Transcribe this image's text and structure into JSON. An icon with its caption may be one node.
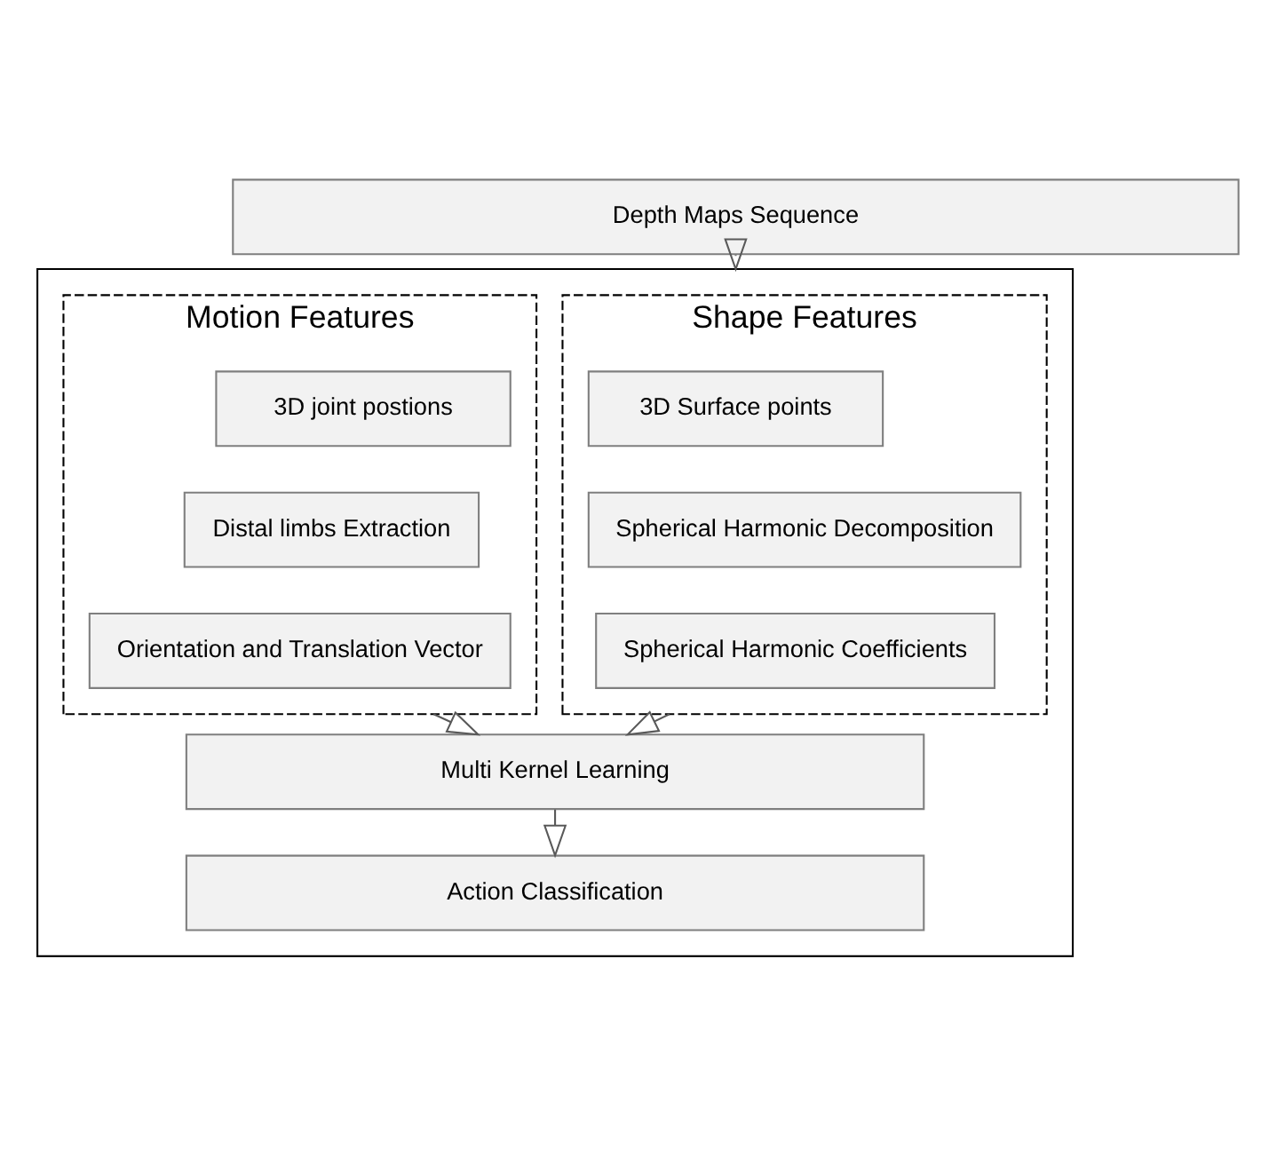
{
  "diagram": {
    "nodes": [
      {
        "text": [
          "Depth Maps Sequence"
        ]
      },
      {
        "text": [],
        "shape": "box"
      },
      {
        "text": [
          "Shape Features"
        ],
        "in": 1
      },
      {
        "text": [
          "3D Surface points"
        ],
        "in": 2
      },
      {
        "text": [
          "Spherical Harmonic Decomposition"
        ],
        "in": 2
      },
      {
        "text": [
          "Spherical Harmonic Coefficients"
        ],
        "in": 2
      },
      {
        "text": [
          "Motion Features"
        ],
        "in": 1
      },
      {
        "text": [
          "3D joint postions"
        ],
        "in": 6
      },
      {
        "text": [
          "Distal limbs Extraction"
        ],
        "in": 6
      },
      {
        "text": [
          "Orientation and Translation Vector"
        ],
        "in": 6
      },
      {
        "text": [
          "Multi Kernel Learning"
        ],
        "in": 1
      },
      {
        "text": [
          "Action Classification"
        ],
        "in": 1
      }
    ],
    "edges": [
      {
        "from": 0,
        "to": 1,
        "arrow": "to"
      },
      {
        "from": 2,
        "to": 10,
        "arrow": "to"
      },
      {
        "from": 6,
        "to": 10,
        "arrow": "to"
      },
      {
        "from": 10,
        "to": 11,
        "arrow": "to"
      }
    ]
  }
}
